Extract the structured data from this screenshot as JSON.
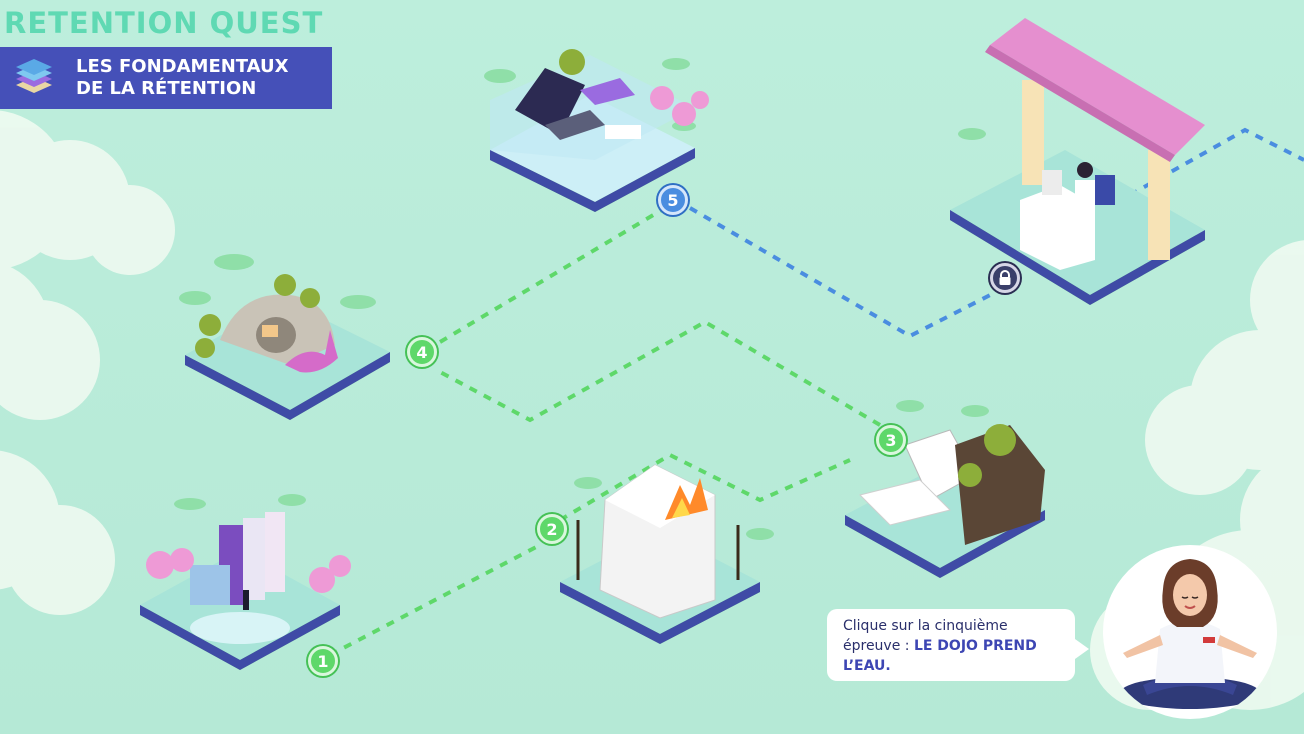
{
  "header": {
    "title": "RETENTION QUEST",
    "subtitle_line1": "LES FONDAMENTAUX",
    "subtitle_line2": "DE LA RÉTENTION",
    "icon": "books-stack-icon"
  },
  "map": {
    "nodes": [
      {
        "label": "1",
        "state": "completed",
        "icon": "node-1"
      },
      {
        "label": "2",
        "state": "completed",
        "icon": "node-2"
      },
      {
        "label": "3",
        "state": "completed",
        "icon": "node-3"
      },
      {
        "label": "4",
        "state": "completed",
        "icon": "node-4"
      },
      {
        "label": "5",
        "state": "current",
        "icon": "node-5"
      },
      {
        "label": "",
        "state": "locked",
        "icon": "lock-icon"
      }
    ],
    "colors": {
      "background": "#b9ecdb",
      "path_completed": "#5ed86a",
      "path_pending": "#4a8de0",
      "banner": "#4550b8",
      "title": "#5fd9b3"
    }
  },
  "guide": {
    "text_prefix": "Clique sur la cinquième épreuve : ",
    "text_bold": "LE DOJO PREND L’EAU."
  }
}
